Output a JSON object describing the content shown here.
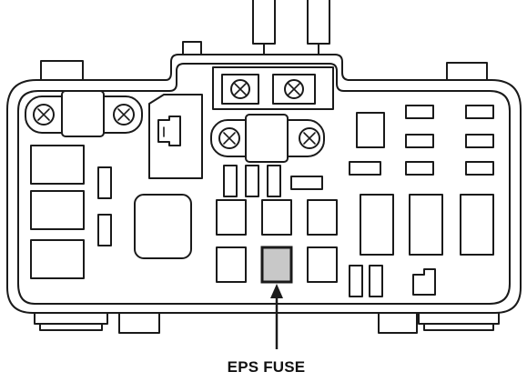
{
  "diagram": {
    "callout": {
      "label": "EPS FUSE"
    },
    "colors": {
      "line": "#1a1a1a",
      "highlight_fill": "#c8c8c8",
      "background": "#ffffff"
    },
    "components": {
      "screw_terminals": 6,
      "highlighted_fuse": "eps-fuse"
    }
  }
}
